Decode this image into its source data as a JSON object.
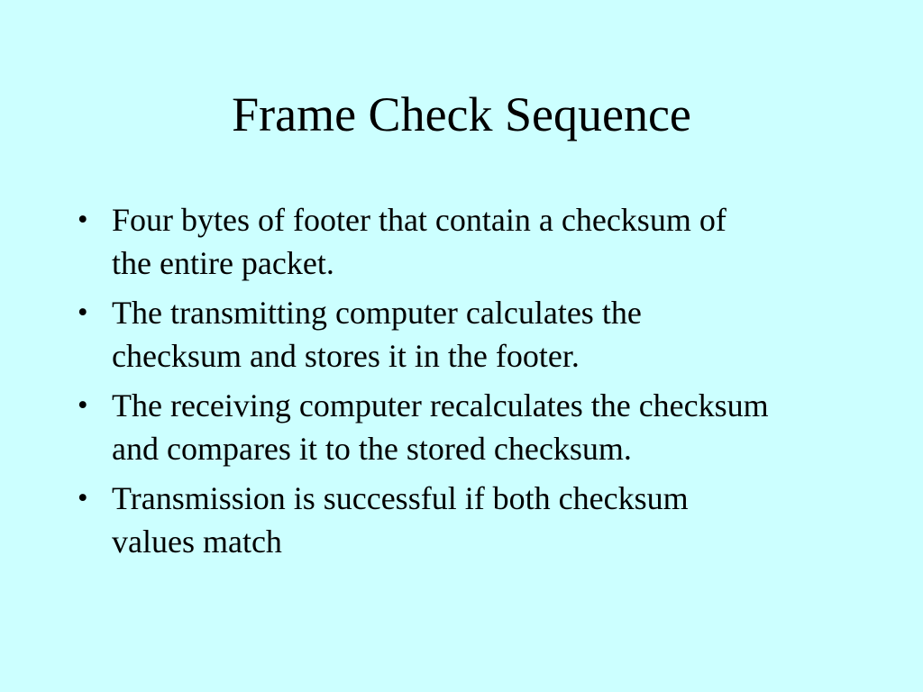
{
  "slide": {
    "title": "Frame Check Sequence",
    "bullet_glyph": "•",
    "bullets": [
      {
        "text": "Four bytes of footer that contain a checksum of\nthe entire packet."
      },
      {
        "text": "The transmitting computer calculates the\nchecksum and stores it in the footer."
      },
      {
        "text": "The receiving computer recalculates the checksum\nand compares it to the stored checksum."
      },
      {
        "text": "Transmission is successful if both checksum\nvalues match"
      }
    ],
    "colors": {
      "background": "#CCFFFF",
      "text": "#000000"
    }
  }
}
